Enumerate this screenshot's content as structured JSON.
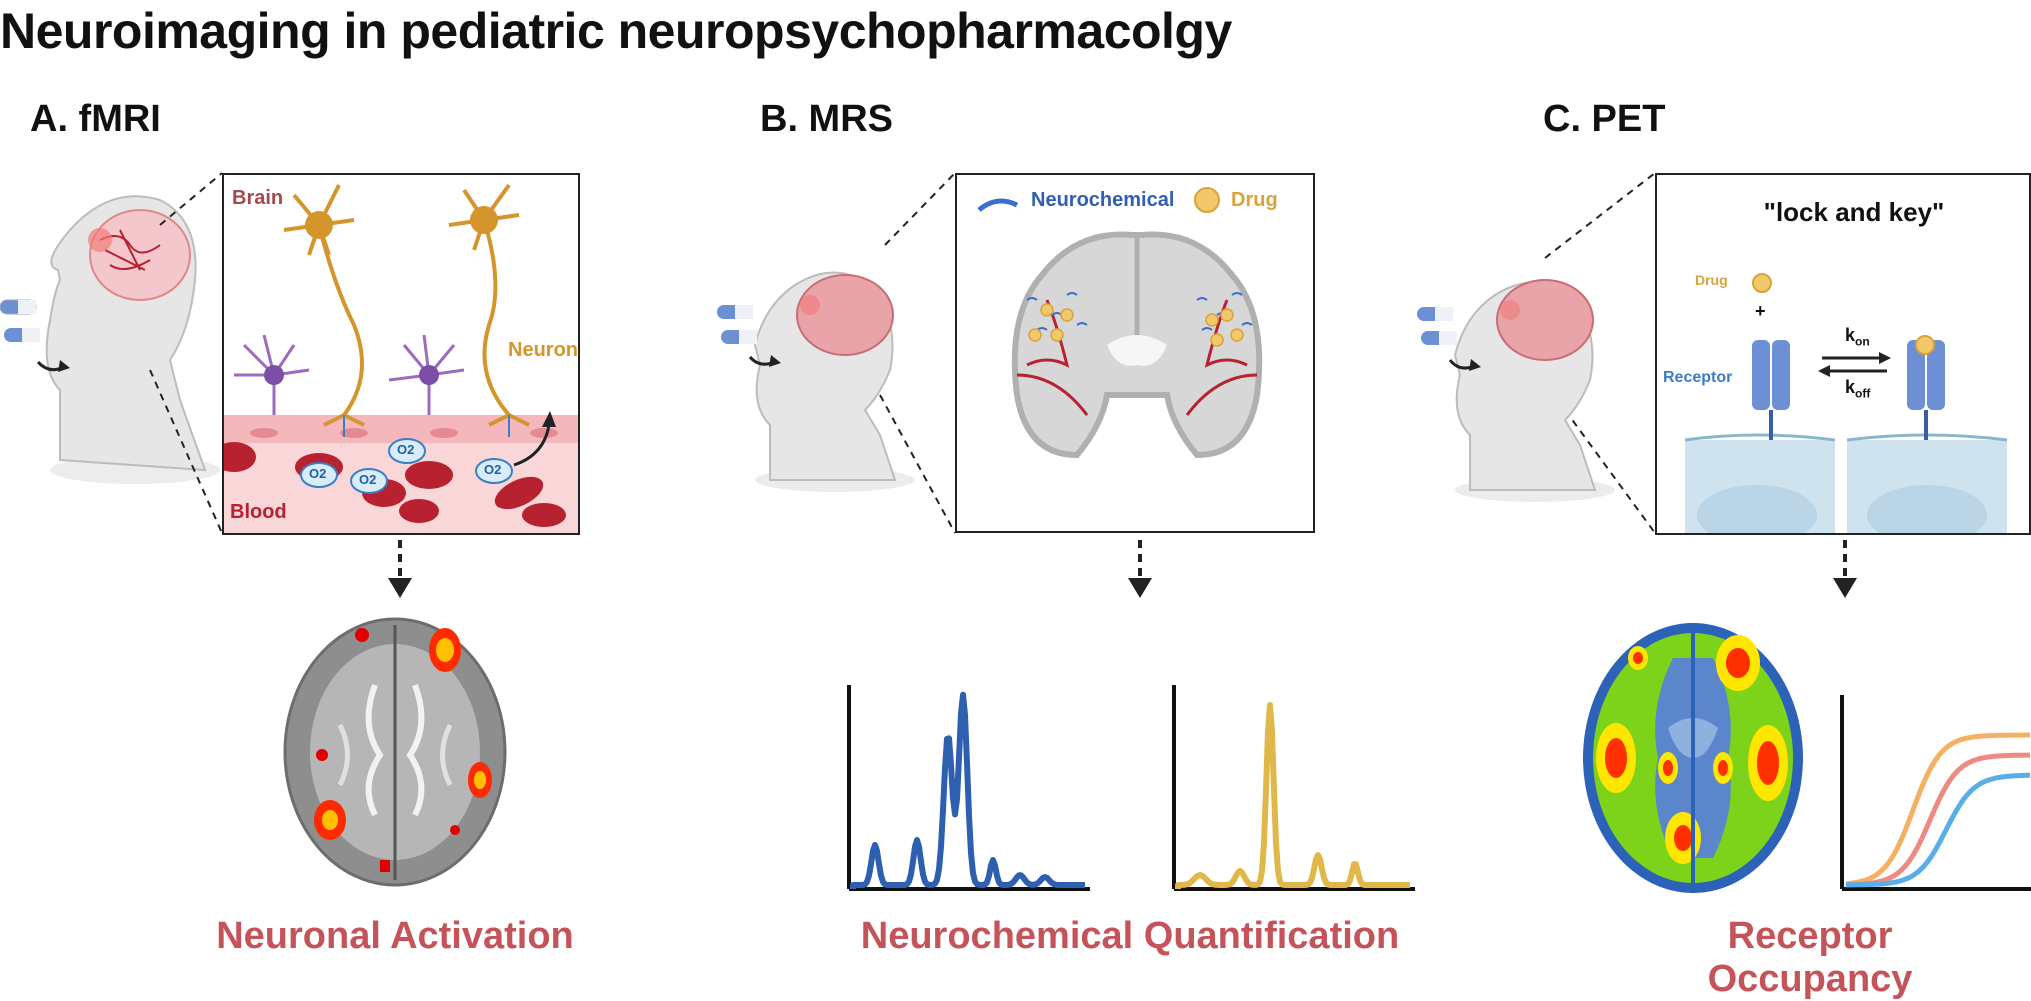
{
  "title": "Neuroimaging in pediatric neuropsychopharmacolgy",
  "panels": {
    "a": {
      "label": "A. fMRI",
      "brain_label": "Brain",
      "neuron_label": "Neuron",
      "blood_label": "Blood",
      "o2_label": "O2",
      "caption": "Neuronal Activation"
    },
    "b": {
      "label": "B. MRS",
      "legend_neurochemical": "Neurochemical",
      "legend_drug": "Drug",
      "caption": "Neurochemical Quantification"
    },
    "c": {
      "label": "C. PET",
      "heading": "\"lock and key\"",
      "drug_label": "Drug",
      "plus": "+",
      "receptor_label": "Receptor",
      "k_on": "k",
      "k_on_sub": "on",
      "k_off": "k",
      "k_off_sub": "off",
      "caption": "Receptor Occupancy"
    }
  },
  "colors": {
    "caption": "#c4545a",
    "neuron": "#d4962c",
    "interneuron": "#9a6cc0",
    "blood": "#b8212f",
    "neurochemical": "#2f5fb0",
    "drug": "#e0b84a",
    "receptor": "#6d8fd4"
  },
  "spectra": {
    "neurochemical": {
      "color": "#2f5fb0"
    },
    "drug": {
      "color": "#e0b84a"
    }
  },
  "occupancy_curves": [
    {
      "color": "#f4b063"
    },
    {
      "color": "#ee8a82"
    },
    {
      "color": "#5aaee8"
    }
  ]
}
